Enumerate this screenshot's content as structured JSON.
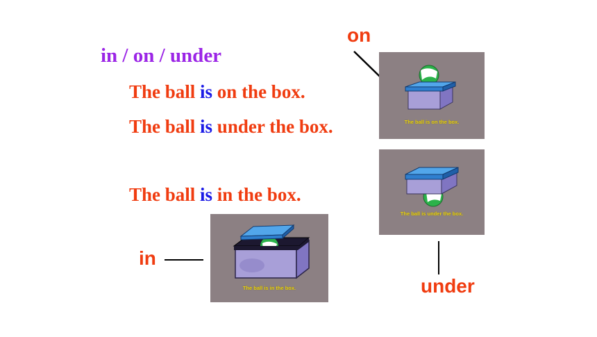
{
  "heading": "in / on / under",
  "sentences": [
    {
      "before": "The ball ",
      "verb": "is",
      "after": " on the box."
    },
    {
      "before": "The ball ",
      "verb": "is",
      "after": " under the box."
    },
    {
      "before": "The ball ",
      "verb": "is",
      "after": " in the box."
    }
  ],
  "labels": {
    "on": "on",
    "in": "in",
    "under": "under"
  },
  "panels": {
    "on": {
      "caption": "The ball is on the box."
    },
    "under": {
      "caption": "The ball is under the box."
    },
    "in": {
      "caption": "The ball is in the box."
    }
  },
  "colors": {
    "heading": "#9b25e6",
    "sentence": "#f03c10",
    "verb": "#1a1ae6",
    "label": "#f03c10",
    "panel_background": "#8c8083",
    "box_body": "#a89fd8",
    "box_lid": "#3a8fd6",
    "ball_green": "#2bb24a",
    "caption": "#e8d21a"
  }
}
